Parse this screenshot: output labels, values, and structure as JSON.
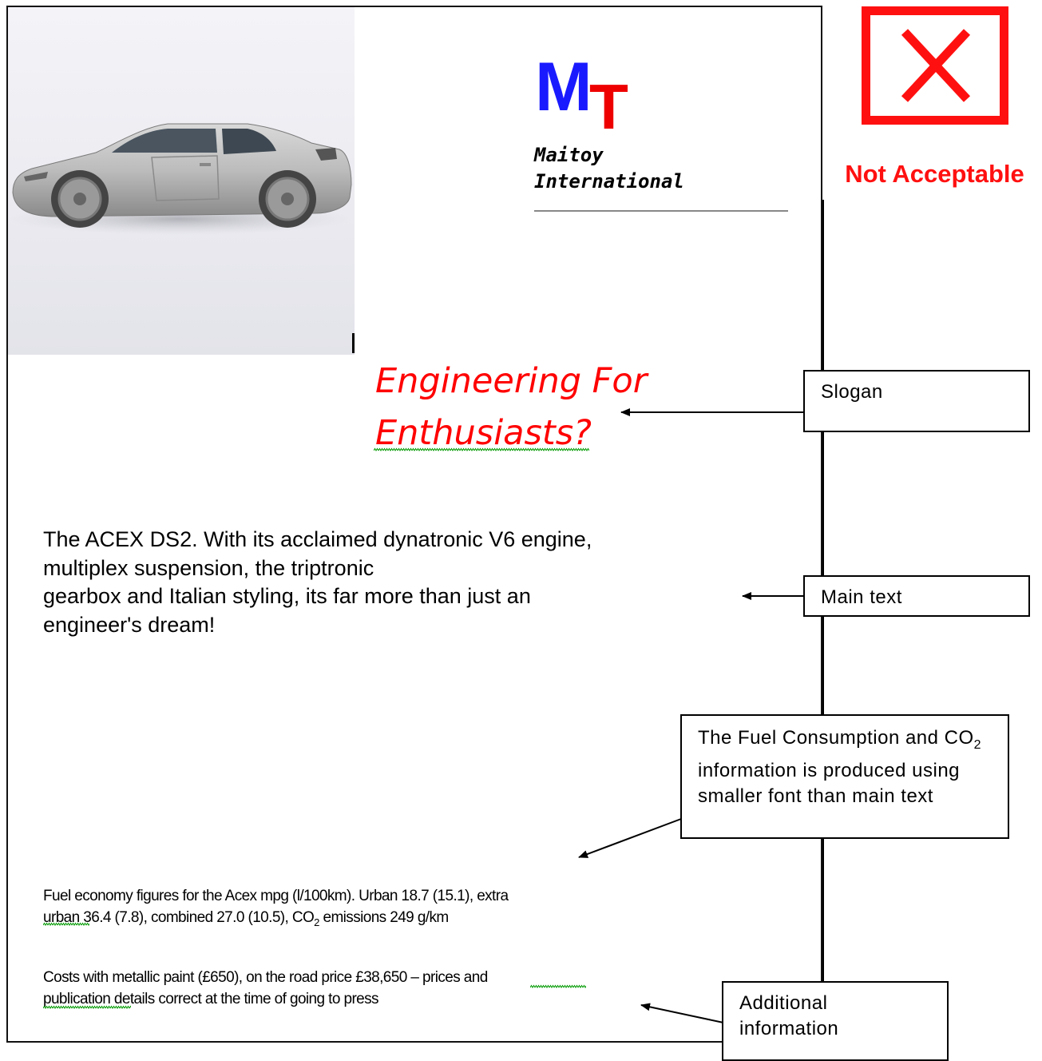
{
  "logo": {
    "letter_m": "M",
    "letter_t": "T",
    "company_name": "Maitoy\nInternational",
    "color_m": "#1a1aff",
    "color_t": "#ee0000"
  },
  "verdict": {
    "icon": "x-cross-icon",
    "label": "Not Acceptable",
    "color": "#ff1010"
  },
  "slogan": "Engineering For\nEnthusiasts?",
  "main_text": {
    "line1": "The ACEX DS2.  With its acclaimed dynatronic V6 engine,",
    "line2": "multiplex suspension, the triptronic",
    "line3": "gearbox and Italian styling, its far more than just an",
    "line4": "engineer's dream!"
  },
  "fuel_text": {
    "line1": "Fuel economy figures for the Acex mpg (l/100km).  Urban 18.7 (15.1), extra",
    "line2_pre": "urban 36.4 (7.8), combined 27.0 (10.5), CO",
    "line2_sub": "2",
    "line2_post": " emissions 249 g/km"
  },
  "cost_text": {
    "line1": "Costs with metallic paint (£650), on the road price £38,650 – prices and",
    "line2": "publication details correct at the time of going to press"
  },
  "callouts": {
    "slogan": "Slogan",
    "main_text": "Main text",
    "fuel_pre": "The Fuel Consumption and CO",
    "fuel_sub": "2",
    "fuel_post": " information is produced using smaller font than main text",
    "additional": "Additional information"
  }
}
